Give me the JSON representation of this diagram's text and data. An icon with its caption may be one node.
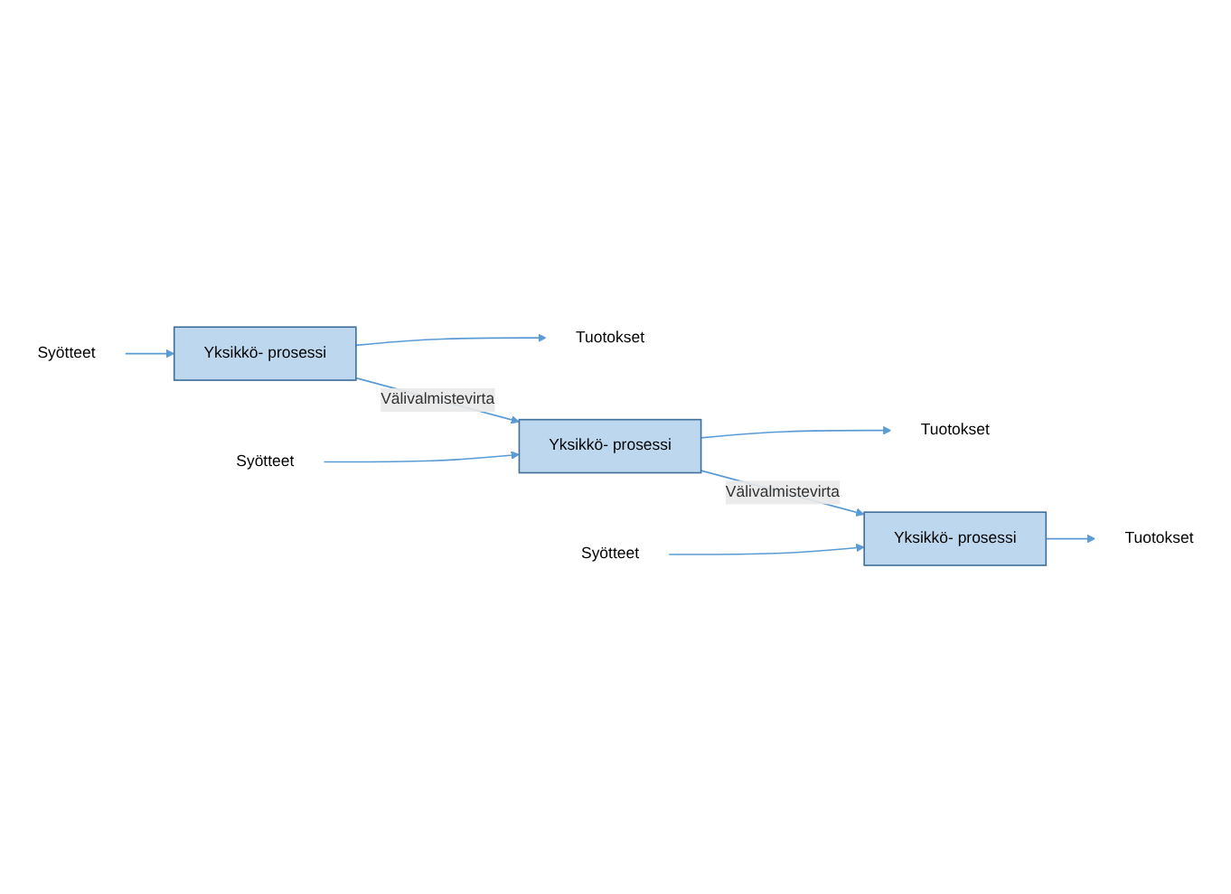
{
  "diagram": {
    "nodes": [
      {
        "text": [
          "Syötteet"
        ]
      },
      {
        "text": [
          "Yksikkö- prosessi"
        ]
      },
      {
        "text": [
          "Tuotokset"
        ]
      },
      {
        "text": [
          "Syötteet"
        ]
      },
      {
        "text": [
          "Yksikkö- prosessi"
        ]
      },
      {
        "text": [
          "Tuotokset"
        ]
      },
      {
        "text": [
          "Syötteet"
        ]
      },
      {
        "text": [
          "Yksikkö- prosessi"
        ]
      },
      {
        "text": [
          "Tuotokset"
        ]
      }
    ],
    "edges": [
      {
        "from": 0,
        "to": 1,
        "arrow": "to"
      },
      {
        "from": 1,
        "to": 2,
        "arrow": "to"
      },
      {
        "from": 1,
        "to": 4,
        "arrow": "to",
        "label": "Välivalmistevirta"
      },
      {
        "from": 3,
        "to": 4,
        "arrow": "to"
      },
      {
        "from": 4,
        "to": 5,
        "arrow": "to"
      },
      {
        "from": 4,
        "to": 7,
        "arrow": "to",
        "label": "Välivalmistevirta"
      },
      {
        "from": 6,
        "to": 7,
        "arrow": "to"
      },
      {
        "from": 7,
        "to": 8,
        "arrow": "to"
      }
    ]
  }
}
